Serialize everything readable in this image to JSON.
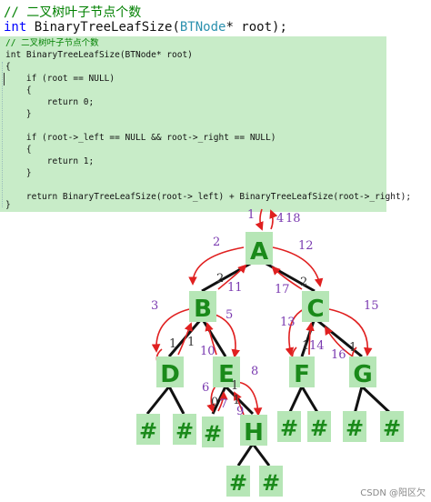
{
  "header_code": {
    "comment": "// 二叉树叶子节点个数",
    "signature": {
      "kw_int": "int",
      "fn_name": " BinaryTreeLeafSize(",
      "type": "BTNode",
      "rest": "* root);"
    }
  },
  "code_block": {
    "lines": [
      "// 二叉树叶子节点个数",
      "int BinaryTreeLeafSize(BTNode* root)",
      "{",
      "    if (root == NULL)",
      "    {",
      "        return 0;",
      "    }",
      "",
      "    if (root->_left == NULL && root->_right == NULL)",
      "    {",
      "        return 1;",
      "    }",
      "",
      "    return BinaryTreeLeafSize(root->_left) + BinaryTreeLeafSize(root->_right);",
      "}"
    ]
  },
  "tree": {
    "nodes": [
      "A",
      "B",
      "C",
      "D",
      "E",
      "F",
      "G",
      "H"
    ],
    "null_marker": "#",
    "step_labels": [
      "1",
      "2",
      "3",
      "4",
      "5",
      "6",
      "7",
      "8",
      "9",
      "10",
      "11",
      "12",
      "13",
      "14",
      "15",
      "16",
      "17",
      "18",
      "2",
      "2",
      "1",
      "1",
      "1",
      "1",
      "0",
      "1",
      "1"
    ]
  },
  "watermark": "CSDN @阳区欠",
  "colors": {
    "node_fill": "#b6e6b6",
    "node_text": "#1a8a1a",
    "arrow": "#e02020",
    "step_text": "#7a3ab0",
    "code_bg": "#c8ecc8"
  }
}
